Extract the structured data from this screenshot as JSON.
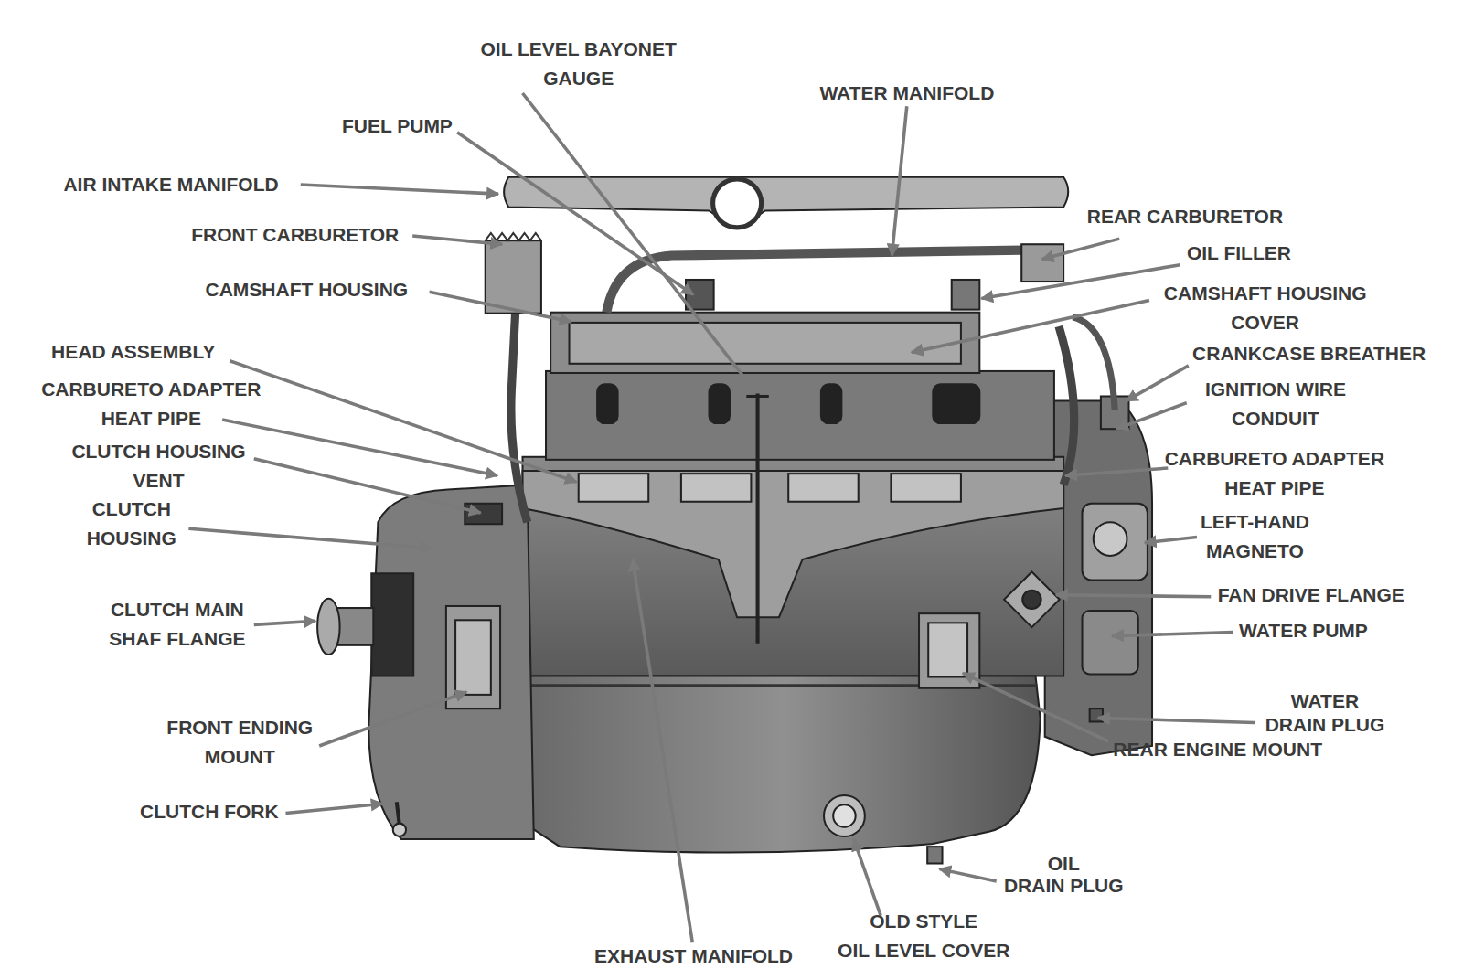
{
  "diagram": {
    "labels": [
      "OIL LEVEL BAYONET GAUGE",
      "WATER MANIFOLD",
      "FUEL PUMP",
      "AIR INTAKE MANIFOLD",
      "REAR CARBURETOR",
      "FRONT CARBURETOR",
      "OIL FILLER",
      "CAMSHAFT HOUSING",
      "CAMSHAFT HOUSING COVER",
      "CRANKCASE BREATHER",
      "HEAD ASSEMBLY",
      "IGNITION WIRE CONDUIT",
      "CARBURETO ADAPTER HEAT PIPE",
      "CARBURETO ADAPTER HEAT PIPE",
      "CLUTCH HOUSING VENT",
      "LEFT-HAND MAGNETO",
      "CLUTCH HOUSING",
      "FAN DRIVE FLANGE",
      "CLUTCH MAIN SHAF FLANGE",
      "WATER PUMP",
      "WATER DRAIN PLUG",
      "FRONT ENDING MOUNT",
      "REAR ENGINE MOUNT",
      "CLUTCH FORK",
      "OIL DRAIN PLUG",
      "OLD STYLE OIL LEVEL COVER",
      "EXHAUST MANIFOLD"
    ]
  }
}
